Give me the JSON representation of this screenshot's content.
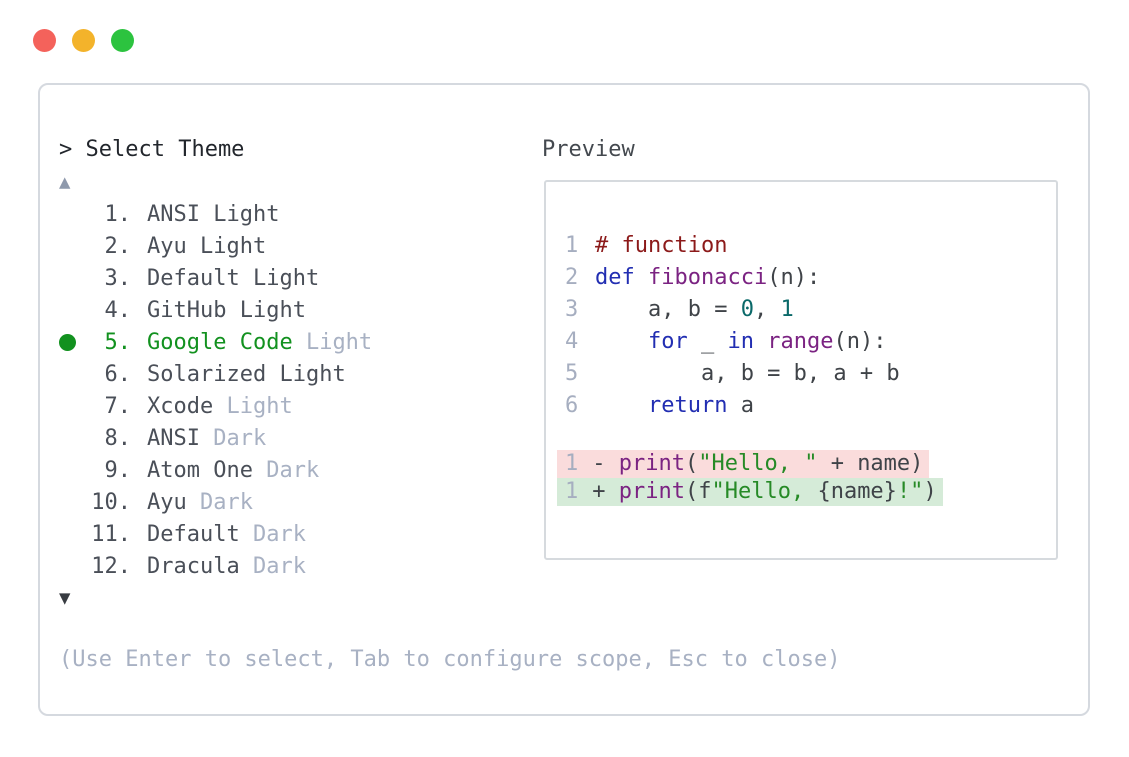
{
  "window": {
    "controls": {
      "close_color": "#f4625b",
      "minimize_color": "#f3b32b",
      "zoom_color": "#2cc33f"
    }
  },
  "theme_picker": {
    "prompt": "> Select Theme",
    "scroll_up_indicator": "▲",
    "scroll_down_indicator": "▼",
    "selected_color": "#12911f",
    "dim_color": "#a8b1c3",
    "items": [
      {
        "number": "1",
        "name": "ANSI",
        "variant": "Light",
        "variant_dim": false,
        "selected": false
      },
      {
        "number": "2",
        "name": "Ayu",
        "variant": "Light",
        "variant_dim": false,
        "selected": false
      },
      {
        "number": "3",
        "name": "Default",
        "variant": "Light",
        "variant_dim": false,
        "selected": false
      },
      {
        "number": "4",
        "name": "GitHub",
        "variant": "Light",
        "variant_dim": false,
        "selected": false
      },
      {
        "number": "5",
        "name": "Google Code",
        "variant": "Light",
        "variant_dim": true,
        "selected": true
      },
      {
        "number": "6",
        "name": "Solarized",
        "variant": "Light",
        "variant_dim": false,
        "selected": false
      },
      {
        "number": "7",
        "name": "Xcode",
        "variant": "Light",
        "variant_dim": true,
        "selected": false
      },
      {
        "number": "8",
        "name": "ANSI",
        "variant": "Dark",
        "variant_dim": true,
        "selected": false
      },
      {
        "number": "9",
        "name": "Atom One",
        "variant": "Dark",
        "variant_dim": true,
        "selected": false
      },
      {
        "number": "10",
        "name": "Ayu",
        "variant": "Dark",
        "variant_dim": true,
        "selected": false
      },
      {
        "number": "11",
        "name": "Default",
        "variant": "Dark",
        "variant_dim": true,
        "selected": false
      },
      {
        "number": "12",
        "name": "Dracula",
        "variant": "Dark",
        "variant_dim": true,
        "selected": false
      }
    ],
    "hint": "(Use Enter to select, Tab to configure scope, Esc to close)"
  },
  "preview": {
    "label": "Preview",
    "syntax_colors": {
      "comment": "#8c1a1a",
      "keyword": "#222eb2",
      "type": "#7b2382",
      "number": "#0a6969",
      "string": "#268a26",
      "plain": "#3f4348",
      "line_number": "#a6aec0",
      "diff_removed_bg": "#fadcdc",
      "diff_added_bg": "#d5ebd8"
    },
    "code_lines": [
      {
        "number": "1",
        "tokens": [
          {
            "t": "# function",
            "c": "comment"
          }
        ]
      },
      {
        "number": "2",
        "tokens": [
          {
            "t": "def",
            "c": "keyword"
          },
          {
            "t": " ",
            "c": "plain"
          },
          {
            "t": "fibonacci",
            "c": "type"
          },
          {
            "t": "(n):",
            "c": "plain"
          }
        ]
      },
      {
        "number": "3",
        "tokens": [
          {
            "t": "    a, b = ",
            "c": "plain"
          },
          {
            "t": "0",
            "c": "number"
          },
          {
            "t": ", ",
            "c": "plain"
          },
          {
            "t": "1",
            "c": "number"
          }
        ]
      },
      {
        "number": "4",
        "tokens": [
          {
            "t": "    ",
            "c": "plain"
          },
          {
            "t": "for",
            "c": "keyword"
          },
          {
            "t": " _ ",
            "c": "plain"
          },
          {
            "t": "in",
            "c": "keyword"
          },
          {
            "t": " ",
            "c": "plain"
          },
          {
            "t": "range",
            "c": "type"
          },
          {
            "t": "(n):",
            "c": "plain"
          }
        ]
      },
      {
        "number": "5",
        "tokens": [
          {
            "t": "        a, b = b, a + b",
            "c": "plain"
          }
        ]
      },
      {
        "number": "6",
        "tokens": [
          {
            "t": "    ",
            "c": "plain"
          },
          {
            "t": "return",
            "c": "keyword"
          },
          {
            "t": " a",
            "c": "plain"
          }
        ]
      }
    ],
    "diff_lines": [
      {
        "number": "1",
        "marker": "-",
        "kind": "removed",
        "tokens": [
          {
            "t": "print",
            "c": "type"
          },
          {
            "t": "(",
            "c": "plain"
          },
          {
            "t": "\"Hello, \"",
            "c": "string"
          },
          {
            "t": " + name)",
            "c": "plain"
          }
        ]
      },
      {
        "number": "1",
        "marker": "+",
        "kind": "added",
        "tokens": [
          {
            "t": "print",
            "c": "type"
          },
          {
            "t": "(f",
            "c": "plain"
          },
          {
            "t": "\"Hello, ",
            "c": "string"
          },
          {
            "t": "{name}",
            "c": "plain"
          },
          {
            "t": "!\"",
            "c": "string"
          },
          {
            "t": ")",
            "c": "plain"
          }
        ]
      }
    ]
  }
}
